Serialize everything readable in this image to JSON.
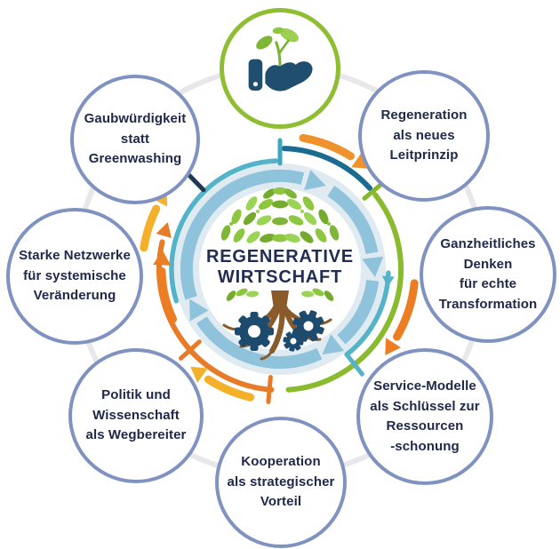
{
  "center": {
    "title": "REGENERATIVE\nWIRTSCHAFT",
    "icons": [
      "tree-canopy-icon",
      "tree-roots-icon",
      "gears-icon",
      "cycle-arrows"
    ]
  },
  "nodes": {
    "top": {
      "icon": "hand-holding-sprout-icon",
      "label": ""
    },
    "top_left": {
      "label": "Gaubwürdigkeit\nstatt\nGreenwashing"
    },
    "top_right": {
      "label": "Regeneration\nals neues\nLeitprinzip"
    },
    "right": {
      "label": "Ganzheitliches\nDenken\nfür echte\nTransformation"
    },
    "bottom_right": {
      "label": "Service-Modelle\nals Schlüssel zur\nRessourcen\n-schonung"
    },
    "bottom": {
      "label": "Kooperation\nals strategischer\nVorteil"
    },
    "bottom_left": {
      "label": "Politik und\nWissenschaft\nals Wegbereiter"
    },
    "left": {
      "label": "Starke Netzwerke\nfür systemische\nVeränderung"
    }
  },
  "palette": {
    "node_border": "#8093c0",
    "green_circle_border": "#8fbe33",
    "text_navy": "#20294a",
    "ring_teal": "#54b3c9",
    "ring_dark_blue": "#1a6b91",
    "ring_green": "#8aba2e",
    "ring_orange": "#e87b28",
    "arrow_orange": "#ed7d23",
    "arrow_yellow": "#f5b02a",
    "arrow_pale_blue": "#8fc3dc",
    "pale_band": "#dfeaf1",
    "leaf_green": "#8dc63f",
    "root_brown": "#8a5a2b",
    "gear_navy": "#1d4b6e",
    "connector_gray": "#e8e8eb"
  }
}
